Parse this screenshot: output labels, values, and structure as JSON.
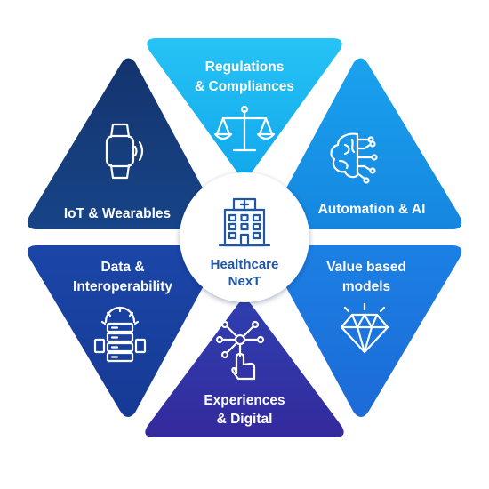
{
  "center": {
    "line1": "Healthcare",
    "line2": "NexT",
    "icon": "hospital-icon"
  },
  "segments": [
    {
      "id": "regulations",
      "line1": "Regulations",
      "line2": "& Compliances",
      "icon": "scales-icon",
      "color": "#1ab6f0"
    },
    {
      "id": "automation",
      "line1": "Automation & AI",
      "line2": "",
      "icon": "brain-circuit-icon",
      "color": "#1691e6"
    },
    {
      "id": "value",
      "line1": "Value based",
      "line2": "models",
      "icon": "diamond-icon",
      "color": "#1a72de"
    },
    {
      "id": "experiences",
      "line1": "Experiences",
      "line2": "& Digital",
      "icon": "touch-network-icon",
      "color": "#3232a6"
    },
    {
      "id": "data",
      "line1": "Data &",
      "line2": "Interoperability",
      "icon": "server-gear-icon",
      "color": "#1a3d9e"
    },
    {
      "id": "iot",
      "line1": "IoT & Wearables",
      "line2": "",
      "icon": "smartwatch-icon",
      "color": "#123b7a"
    }
  ]
}
